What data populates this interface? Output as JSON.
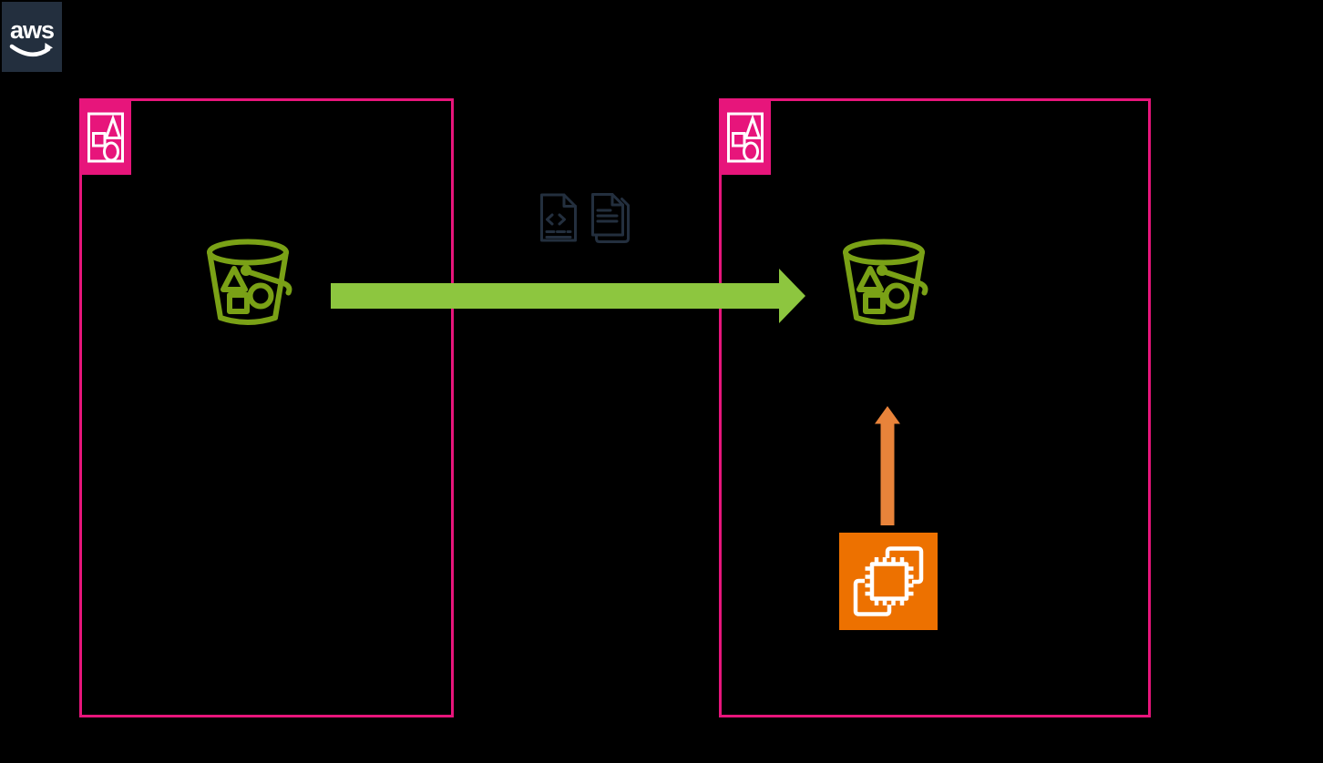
{
  "logo": {
    "label": "aws"
  },
  "colors": {
    "background": "#000000",
    "navy": "#232F3E",
    "pink": "#E7157B",
    "bucket_green": "#7AA116",
    "arrow_green": "#8DC63F",
    "ec2_orange": "#ED7100",
    "arrow_orange": "#E8833A",
    "glyph_white": "#FFFFFF"
  },
  "diagram": {
    "source_group": {
      "corner_icon": "s3-bucket-group-icon",
      "node_icon": "s3-bucket-icon"
    },
    "destination_group": {
      "corner_icon": "s3-bucket-group-icon",
      "node_icon": "s3-bucket-icon",
      "compute_icon": "ec2-instance-icon"
    },
    "transfer": {
      "arrow_right_icon": "green-arrow-right",
      "file_icons": [
        "code-file-icon",
        "documents-copy-icon"
      ],
      "arrow_up_icon": "orange-arrow-up"
    }
  }
}
